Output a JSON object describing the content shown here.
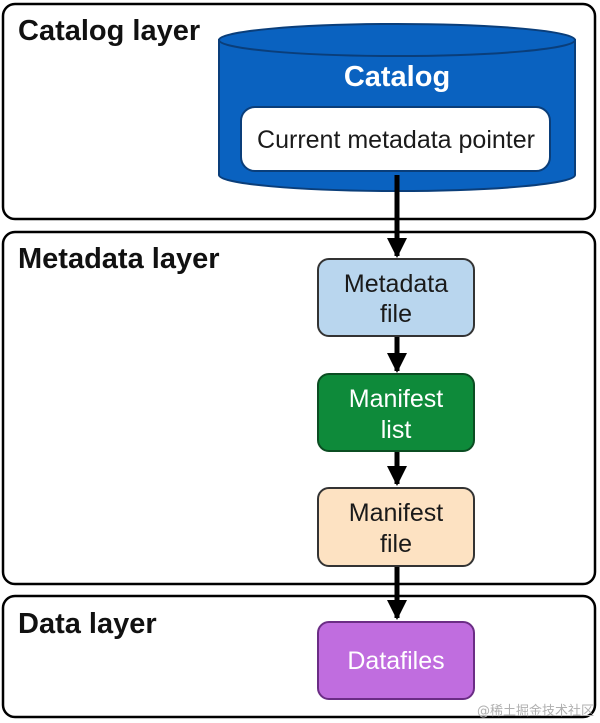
{
  "diagram": {
    "layers": {
      "catalog": {
        "title": "Catalog layer"
      },
      "metadata": {
        "title": "Metadata layer"
      },
      "data": {
        "title": "Data layer"
      }
    },
    "catalog_db": {
      "label": "Catalog",
      "pointer_label": "Current metadata pointer",
      "color": "#0a62c0"
    },
    "nodes": {
      "metadata_file": {
        "line1": "Metadata",
        "line2": "file",
        "fill": "#b9d6ee",
        "text_color": "#1a1a1a"
      },
      "manifest_list": {
        "line1": "Manifest",
        "line2": "list",
        "fill": "#0e8a3a",
        "text_color": "#ffffff"
      },
      "manifest_file": {
        "line1": "Manifest",
        "line2": "file",
        "fill": "#fde2c2",
        "text_color": "#1a1a1a"
      },
      "datafiles": {
        "label": "Datafiles",
        "fill": "#c06ddf",
        "text_color": "#ffffff"
      }
    }
  },
  "watermark": "@稀土掘金技术社区"
}
